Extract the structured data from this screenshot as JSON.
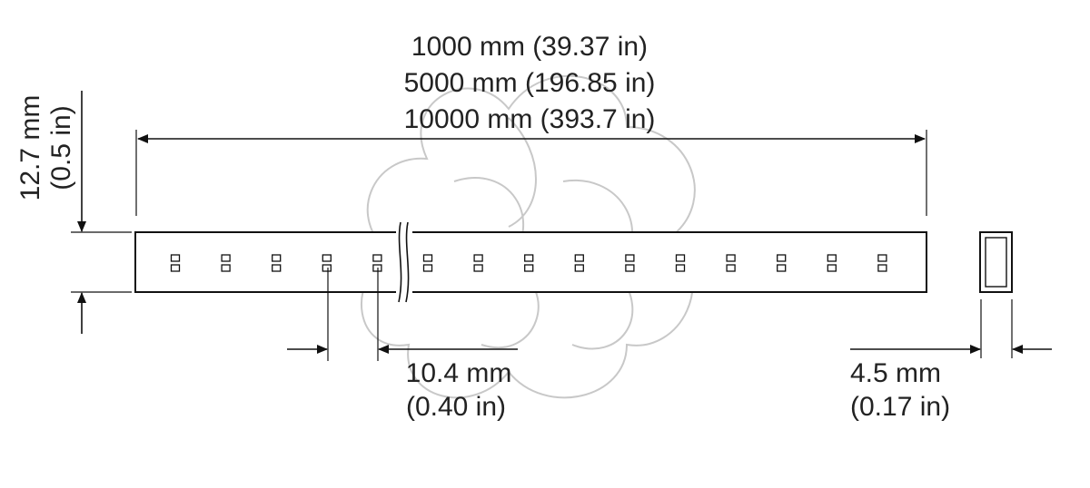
{
  "length_label": {
    "lines": [
      "1000 mm (39.37 in)",
      "5000 mm (196.85 in)",
      "10000 mm (393.7 in)"
    ]
  },
  "height_label": {
    "line1": "12.7 mm",
    "line2": "(0.5 in)"
  },
  "pitch_label": {
    "line1": "10.4 mm",
    "line2": "(0.40 in)"
  },
  "thickness_label": {
    "line1": "4.5 mm",
    "line2": "(0.17 in)"
  },
  "strip": {
    "led_count_left": 5,
    "led_count_right": 10
  },
  "colors": {
    "line": "#111111",
    "text": "#222222",
    "watermark": "#c8c8c8"
  }
}
